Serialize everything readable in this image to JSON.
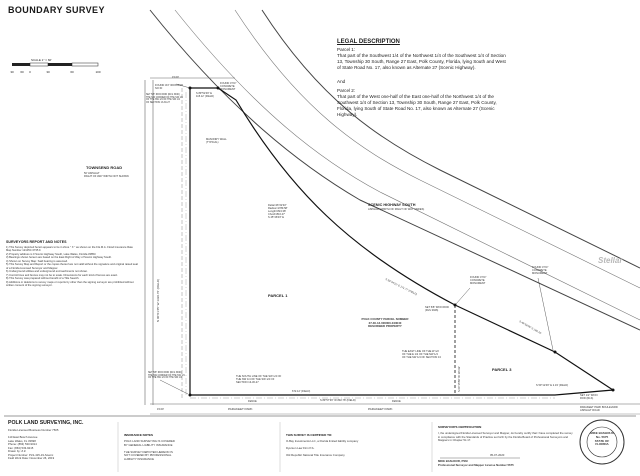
{
  "title": "BOUNDARY SURVEY",
  "scale": {
    "note": "SCALE        1\" = 60'",
    "ticks": [
      "30",
      "60",
      "0",
      "30",
      "60",
      "100"
    ]
  },
  "legal": {
    "heading": "LEGAL DESCRIPTION",
    "parcel1_title": "Parcel 1:",
    "parcel1_text": "That part of the Southwest 1/4 of the Northwest 1/4 of the Southwest 1/4 of Section 13, Township 30 South, Range 27 East, Polk County, Florida, lying South and West of State Road No. 17, also known as Alternate 27 (Scenic Highway).",
    "and": "And",
    "parcel2_title": "Parcel 2:",
    "parcel2_text": "That part of the West one-half of the East one-half of the Northwest 1/4 of the Southwest 1/4 of Section 13, Township 30 South, Range 27 East, Polk County, Florida, lying South of State Road No. 17, also known as Alternate 27 (Scenic Highway)."
  },
  "drawing": {
    "road_left": "TOWNSEND ROAD",
    "road_left_sub": "50' ASPHALT\nRIGHT OF WAY WIDTH NOT SHOWN",
    "road_scenic": "SCENIC HIGHWAY SOUTH",
    "road_scenic_sub": "ASPHALT (WIDTH OF RIGHT OF WAY VARIES)",
    "road_bottom": "PARAKEET PARK",
    "road_bottom2": "PARAKEET PARK",
    "road_bottom_right": "PARAKEET PARK BOULEVARD\nASPHALT ROAD",
    "parcel1": "PARCEL  1",
    "parcel3": "PARCEL  3",
    "center_label": "POLK COUNTY PARCEL NUMBER\n27-30-13-000000-043040\nDESCRIBED PROPERTY",
    "curve_data": "Delta=26°22'40\"\nRadius=1789.58'\nLength=824.38'\nChord=816.47'\nS 45°46'03\" E",
    "top_left_note": "FOUND 3/4\" IRON ROD\nNO ID",
    "top_corner_note": "FOUND 4\"X4\"\nCONCRETE\nMONUMENT",
    "left_rod_note": "SET 5/8\" IRON ROD (RLS 3946)\nTHE NW CORNER OF THE SW 1/4\nOF THE NW 1/4 OF THE SW 1/4\nOF SECTION 13-30-27",
    "concrete_wall": "MASONRY WALL\n(TYPICAL)",
    "found_right1": "FOUND 4\"X4\"\nCONCRETE\nMONUMENT",
    "found_right2": "FOUND 4\"X4\"\nCONCRETE\nMONUMENT",
    "set_rod": "SET 5/8\" IRON ROD\n(RLS 3946)",
    "east_line_note": "THE EAST LINE OF THE W 1/2\nOF THE E 1/2 OF THE NW 1/4\nOF THE SW 1/4 OF SECTION 13",
    "south_line_note": "THE SOUTH LINE OF THE SW 1/4 OF\nTHE NW 1/4 OF THE SW 1/4 OF\nSECTION 13-30-27",
    "bottom_left_note": "SET 5/8\" IRON ROD (RLS 3946)\nTHE SW CORNER OF THE SW 1/4\nOF THE NW 1/4 OF THE SW 1/4",
    "found_iron_bottom": "SET 1/2\" IRON\nROD (RLS)",
    "top_dim": "S 89°52'46\" E\n115.12' (FIELD)",
    "top_dim_small": "15.00'",
    "left_dim": "N 00°01'45\" W  1330.76' (FIELD)",
    "bottom_dim1": "672.12' (FIELD)",
    "bottom_dim2": "S 89°57'36\" W   892.78' (FIELD)",
    "bottom_dim3": "S 50°12'46\" E   2.19' (FIELD)",
    "right_dim": "N 00°15'56\" W 115.92'",
    "diag_dim": "S 59°44'21\" E  171.77' (FIELD)",
    "diag_dim2": "S 45°56'05\" E  240.76'",
    "bottom_small": "15.00'",
    "fence1": "FENCE",
    "fence2": "FENCE"
  },
  "notes": {
    "heading": "SURVEYORS REPORT AND NOTES",
    "items": [
      "1) This Survey depicted herein appears to be in Zone \" X \" as shown on the F.E.M.A. Flood Insurance Rate Map Number 12105C 0735 F.",
      "2) Property address is 0 Scenic Highway South, Lake Wales, Florida 33853.",
      "3) Bearings shown hereon are based on the East Right of Way of Scenic Highway South.",
      "4) Shown on Survey Map: Said bearing is assumed.",
      "5) This Survey Map and Report or the copies thereof are not valid without the signature and original raised seal of a Florida Licensed Surveyor and Mapper.",
      "6) Underground utilities and underground encroachments not shown.",
      "7) Control lines and fences may not be to scale. Dimensions for each kind of fences are exact.",
      "8) This Survey was prepared without benefit of a Title Search.",
      "9) Additions or deletions to survey maps or reports by other than the signing surveyor are prohibited without written consent of the signing surveyor."
    ]
  },
  "footer": {
    "company": "POLK LAND SURVEYING, INC.",
    "license": "Florida Licensed Business Number 7505",
    "address": "110 East Bosch Avenue\nLake Wales, FL 33698\nPhone: (863) 533-9014\nFax: (863) 533-9215\nDrawn by: Z.Z.\nProject Number: PLS-415-19-Scenic\nField Work Date: November 26, 2019",
    "insurance_head": "INSURANCE NOTES",
    "insurance_text": "POLK LAND SURVEYING IS COVERED\nBY GENERAL LIABILITY INSURANCE\n\nTHE SURVEY DEPICTED HEREON IS\nNOT COVERED BY PROFESSIONAL\nLIABILITY INSURANCE",
    "certified_head": "THIS SURVEY IS CERTIFIED TO:",
    "certified_text": "O-Bay Investments LLC, a Florida limited liability company\n\nDyerson Law Firm P.A.\n\nOld Republic National Title Insurance Company",
    "surveyor_head": "SURVEYOR'S CERTIFICATION",
    "surveyor_text": "I, the undersigned Florida Licensed Surveyor and Mapper, do hereby certify that I have completed the survey in compliance with the Standards of Practice set forth by the Florida Board of Professional Surveyors and Mappers in Chapter 5J-17.",
    "surveyor_date": "05-07-2020",
    "surveyor_name": "MIKE BASHOUR, PSM",
    "surveyor_title": "Professional Surveyor and Mapper License Number 5675",
    "seal_text": "MIKE BASHOUR\nNo. 5675\nSTATE OF\nFLORIDA"
  },
  "watermark": "Stellar"
}
